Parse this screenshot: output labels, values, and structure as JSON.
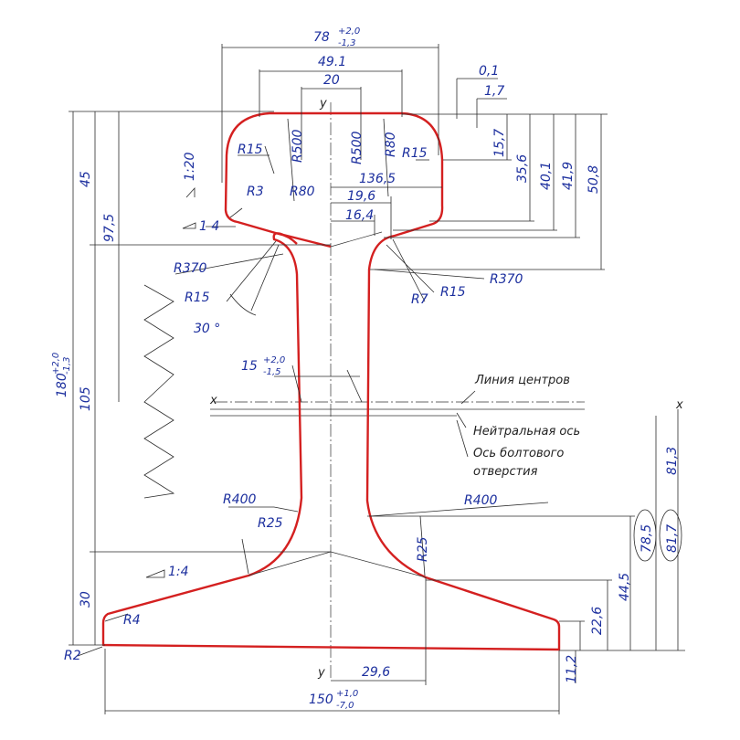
{
  "dims": {
    "width_head": "78",
    "width_head_plus": "+2,0",
    "width_head_minus": "-1,3",
    "d_49_1": "49.1",
    "d_20": "20",
    "d_0_1": "0,1",
    "d_1_7": "1,7",
    "d_15_7": "15,7",
    "d_35_6": "35,6",
    "d_40_1": "40,1",
    "d_41_9": "41,9",
    "d_50_8": "50,8",
    "d_136_5": "136,5",
    "d_19_6": "19,6",
    "d_16_4": "16,4",
    "d_45": "45",
    "d_97_5": "97,5",
    "height": "180",
    "height_plus": "+2,0",
    "height_minus": "-1,3",
    "d_105": "105",
    "d_30": "30",
    "web": "15",
    "web_plus": "+2,0",
    "web_minus": "-1,5",
    "d_78_5": "78,5",
    "d_81_7": "81,7",
    "d_81_3": "81,3",
    "d_44_5": "44,5",
    "d_22_6": "22,6",
    "d_11_2": "11,2",
    "d_29_6": "29,6",
    "width_foot": "150",
    "width_foot_plus": "+1,0",
    "width_foot_minus": "-7,0"
  },
  "radii": {
    "r15_a": "R15",
    "r500_a": "R500",
    "r500_b": "R500",
    "r80_a": "R80",
    "r80_b": "R80",
    "r15_b": "R15",
    "r3": "R3",
    "r370_a": "R370",
    "r15_c": "R15",
    "r370_b": "R370",
    "r7": "R7",
    "r15_d": "R15",
    "r400_a": "R400",
    "r400_b": "R400",
    "r25_a": "R25",
    "r25_b": "R25",
    "r4": "R4",
    "r2": "R2"
  },
  "slopes": {
    "s_1_20": "1:20",
    "s_1_4_head": "1 4",
    "s_1_4_foot": "1:4",
    "angle_30": "30 °"
  },
  "axes": {
    "x_left": "x",
    "x_right": "x",
    "y_top": "y",
    "y_bottom": "y"
  },
  "legend": {
    "centers": "Линия центров",
    "neutral": "Нейтральная ось",
    "bolt_1": "Ось болтового",
    "bolt_2": "отверстия"
  }
}
